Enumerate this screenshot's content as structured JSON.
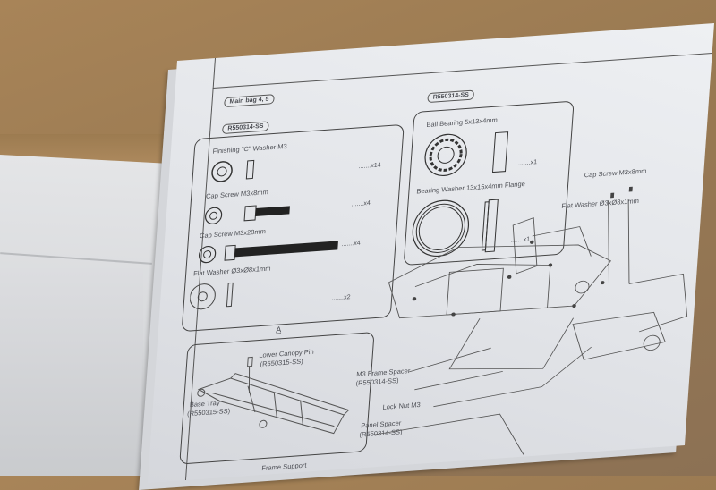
{
  "manual": {
    "bag_label": "Main bag 4, 5",
    "left_group": {
      "part_no": "R550314-SS",
      "items": [
        {
          "name": "Finishing \"C\" Washer M3",
          "qty": ".......x14"
        },
        {
          "name": "Cap Screw M3x8mm",
          "qty": ".......x4"
        },
        {
          "name": "Cap Screw M3x28mm",
          "qty": ".......x4"
        },
        {
          "name": "Flat Washer Ø3xØ8x1mm",
          "qty": ".......x2"
        }
      ]
    },
    "right_group": {
      "part_no": "R550314-SS",
      "items": [
        {
          "name": "Ball Bearing 5x13x4mm",
          "qty": ".......x1"
        },
        {
          "name": "Bearing Washer 13x15x4mm Flange",
          "qty": ".......x1"
        }
      ]
    },
    "detail_a": {
      "title": "A",
      "callouts": [
        {
          "name": "Lower Canopy Pin",
          "part_no": "(R550315-SS)"
        },
        {
          "name": "Base Tray",
          "part_no": "(R550315-SS)"
        }
      ]
    },
    "assembly_callouts": [
      {
        "name": "Cap Screw M3x8mm"
      },
      {
        "name": "Flat Washer Ø3xØ8x1mm"
      },
      {
        "name": "M3 Frame Spacer",
        "part_no": "(R550314-SS)"
      },
      {
        "name": "Lock Nut M3"
      },
      {
        "name": "Panel Spacer",
        "part_no": "(R550314-SS)"
      },
      {
        "name": "Frame Support"
      }
    ]
  }
}
